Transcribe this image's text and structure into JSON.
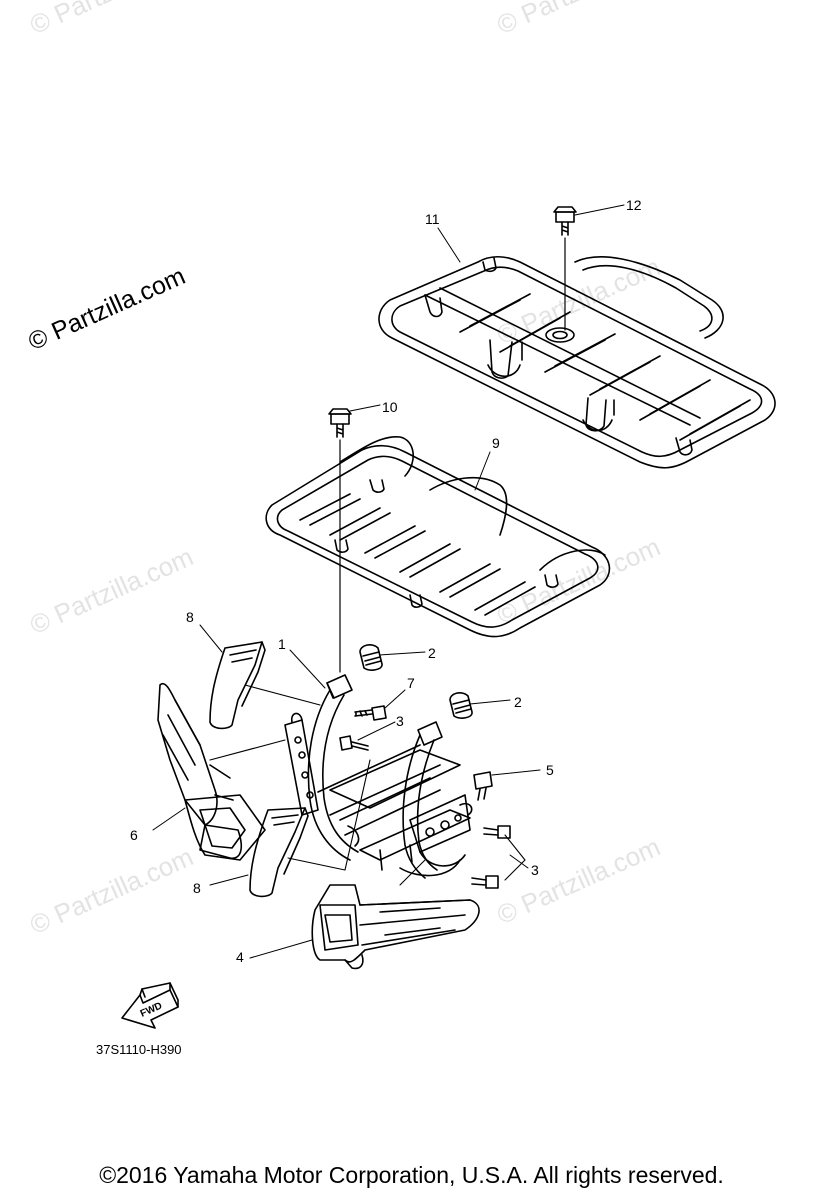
{
  "watermark": "© Partzilla.com",
  "callouts": [
    "12",
    "11",
    "10",
    "9",
    "8",
    "1",
    "2",
    "7",
    "3",
    "2",
    "5",
    "6",
    "3",
    "8",
    "4"
  ],
  "fwd_label": "FWD",
  "diagram_code": "37S1110-H390",
  "footer": "©2016  Yamaha Motor Corporation, U.S.A. All rights reserved."
}
